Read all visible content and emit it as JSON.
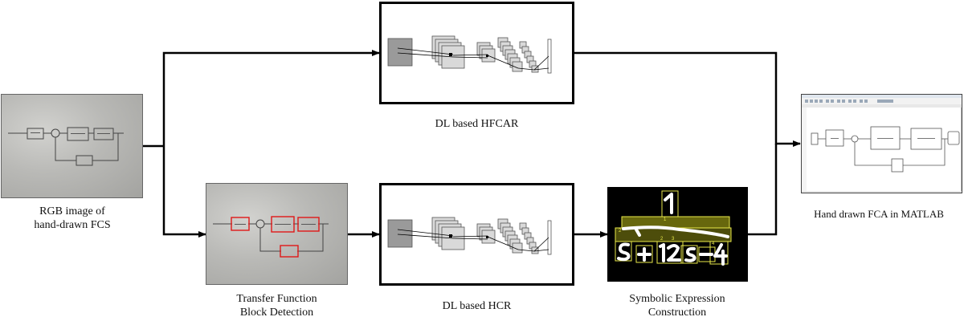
{
  "diagram": {
    "nodes": [
      {
        "id": "input",
        "label_lines": [
          "RGB image of",
          "hand-drawn FCS"
        ]
      },
      {
        "id": "hfcar",
        "label_lines": [
          "DL based HFCAR"
        ]
      },
      {
        "id": "tfbd",
        "label_lines": [
          "Transfer Function",
          "Block Detection"
        ]
      },
      {
        "id": "hcr",
        "label_lines": [
          "DL based HCR"
        ]
      },
      {
        "id": "sec",
        "label_lines": [
          "Symbolic Expression",
          "Construction"
        ]
      },
      {
        "id": "output",
        "label_lines": [
          "Hand drawn FCA in MATLAB"
        ]
      }
    ],
    "edges": [
      {
        "from": "input",
        "to": "hfcar"
      },
      {
        "from": "input",
        "to": "tfbd"
      },
      {
        "from": "tfbd",
        "to": "hcr"
      },
      {
        "from": "hcr",
        "to": "sec"
      },
      {
        "from": "hfcar",
        "to": "output"
      },
      {
        "from": "sec",
        "to": "output"
      }
    ]
  }
}
